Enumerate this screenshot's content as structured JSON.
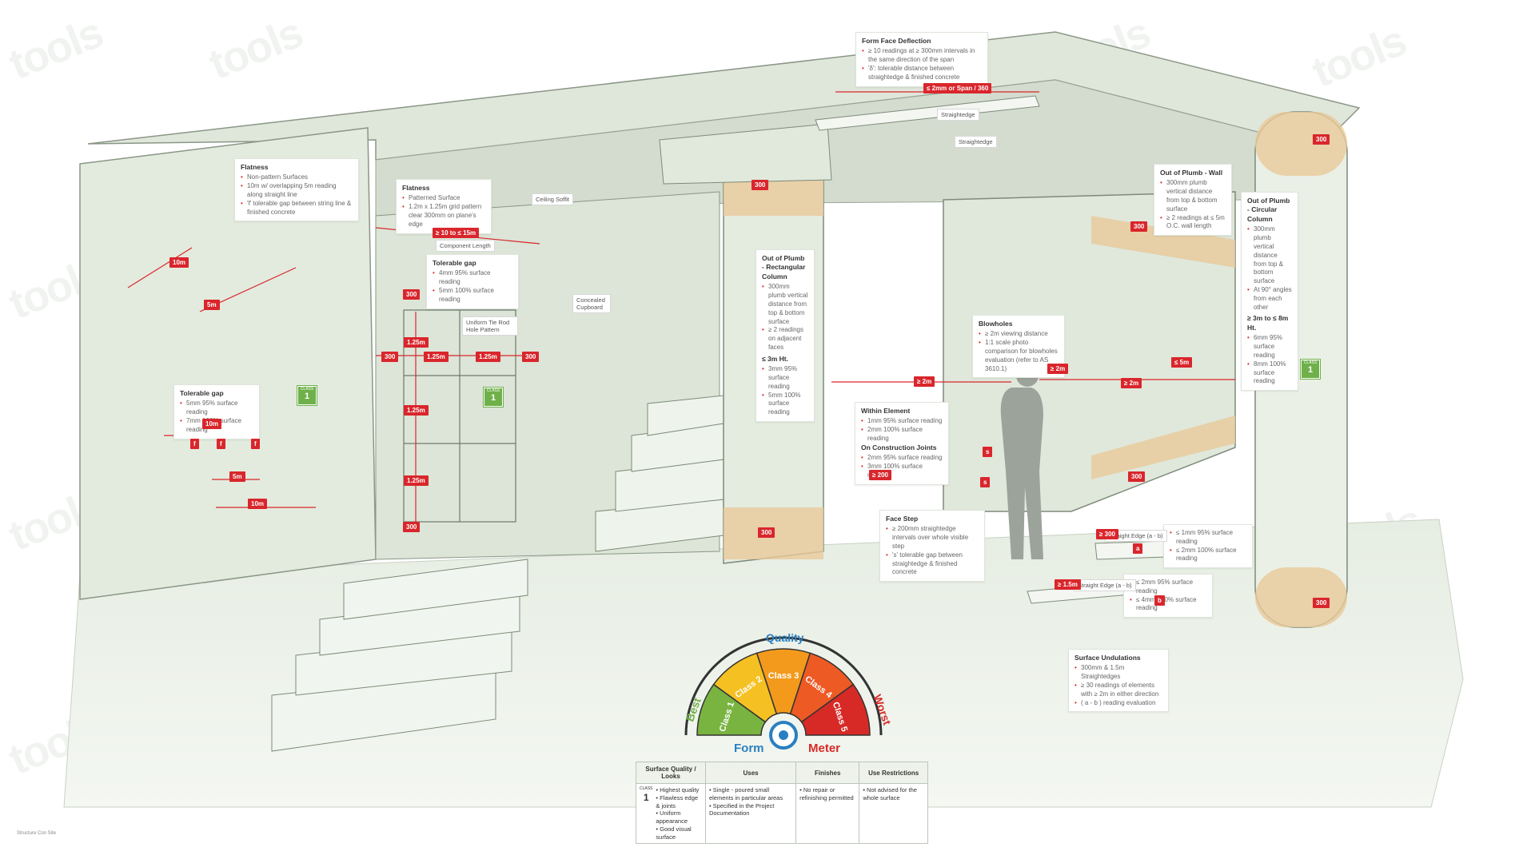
{
  "watermark": "tools",
  "footer": "Structure Con Site",
  "class_badge": {
    "label": "CLASS",
    "value": "1"
  },
  "notes": {
    "deflection": {
      "title": "Form Face Deflection",
      "lines": [
        "≥ 10 readings at ≥ 300mm intervals in the same direction of the span",
        "'δ': tolerable distance between straightedge & finished concrete"
      ]
    },
    "flat_left": {
      "title": "Flatness",
      "lines": [
        "Non-pattern Surfaces",
        "10m w/ overlapping 5m reading along straight line",
        "'f' tolerable gap between string line & finished concrete"
      ]
    },
    "flat_mid": {
      "title": "Flatness",
      "lines": [
        "Patterned Surface",
        "1.2m x 1.25m grid pattern clear 300mm on plane's edge"
      ]
    },
    "gap_mid": {
      "title": "Tolerable gap",
      "lines": [
        "4mm 95% surface reading",
        "5mm 100% surface reading"
      ]
    },
    "gap_left": {
      "title": "Tolerable gap",
      "lines": [
        "5mm 95% surface reading",
        "7mm 100% surface reading"
      ]
    },
    "plumb_rect": {
      "title": "Out of Plumb - Rectangular Column",
      "lines": [
        "300mm plumb vertical distance from top & bottom surface",
        "≥ 2 readings on adjacent faces"
      ],
      "sub": "≤ 3m Ht.",
      "lines2": [
        "3mm 95% surface reading",
        "5mm 100% surface reading"
      ]
    },
    "plumb_wall": {
      "title": "Out of Plumb - Wall",
      "lines": [
        "300mm plumb vertical distance from top & bottom surface",
        "≥ 2 readings at ≤ 5m O.C. wall length"
      ]
    },
    "plumb_circ": {
      "title": "Out of Plumb - Circular Column",
      "lines": [
        "300mm plumb vertical distance from top & bottom surface",
        "At 90° angles from each other"
      ],
      "sub": "≥ 3m to ≤ 8m Ht.",
      "lines2": [
        "6mm 95% surface reading",
        "8mm 100% surface reading"
      ]
    },
    "blowholes": {
      "title": "Blowholes",
      "lines": [
        "≥ 2m viewing distance",
        "1:1 scale photo comparison for blowholes evaluation (refer to AS 3610.1)"
      ]
    },
    "within": {
      "title": "Within Element",
      "lines": [
        "1mm 95% surface reading",
        "2mm 100% surface reading"
      ],
      "sub": "On Construction Joints",
      "lines2": [
        "2mm 95% surface reading",
        "3mm 100% surface reading"
      ]
    },
    "facestep": {
      "title": "Face Step",
      "lines": [
        "≥ 200mm straightedge intervals over whole visible step",
        "'s' tolerable gap between straightedge & finished concrete"
      ]
    },
    "sedge1": {
      "lines": [
        "≤ 1mm 95% surface reading",
        "≤ 2mm 100% surface reading"
      ]
    },
    "sedge2": {
      "lines": [
        "≤ 2mm 95% surface reading",
        "≤ 4mm 100% surface reading"
      ]
    },
    "undul": {
      "title": "Surface Undulations",
      "lines": [
        "300mm & 1.5m Straightedges",
        "≥ 30 readings of elements with ≥ 2m in either direction",
        "( a - b ) reading evaluation"
      ]
    }
  },
  "labels": {
    "ceiling_soffit": "Ceiling Soffit",
    "component_length": "Component Length",
    "concealed": "Concealed Cupboard",
    "tie_rod": "Uniform Tie Rod Hole Pattern",
    "straightedge": "Straightedge",
    "straight_ab_1": "Straight Edge (a - b)",
    "straight_ab_2": "Straight Edge (a - b)"
  },
  "tags": {
    "range": "≥ 10 to ≤ 15m",
    "s300": "300",
    "m125": "1.25m",
    "m2": "≥ 2m",
    "m5": "≤ 5m",
    "d200": "≥ 200",
    "d300": "≥ 300",
    "m15": "≥ 1.5m",
    "defl": "≤ 2mm or Span / 360",
    "m10": "10m",
    "m5b": "5m",
    "m5c": "5m",
    "m10b": "10m",
    "f": "f",
    "s": "s",
    "a": "a",
    "b": "b"
  },
  "meter": {
    "quality": "Quality",
    "best": "Best",
    "worst": "Worst",
    "form": "Form",
    "meter": "Meter",
    "classes": [
      "Class 1",
      "Class 2",
      "Class 3",
      "Class 4",
      "Class 5"
    ],
    "colors": [
      "#79b441",
      "#f5c021",
      "#f39a1c",
      "#ee5a24",
      "#d72a27"
    ]
  },
  "table": {
    "headers": [
      "Surface Quality / Looks",
      "Uses",
      "Finishes",
      "Use Restrictions"
    ],
    "class_label": "CLASS",
    "class_value": "1",
    "looks": [
      "• Highest quality",
      "• Flawless edge & joints",
      "• Uniform appearance",
      "• Good visual surface"
    ],
    "uses": [
      "• Single - poured small elements in particular areas",
      "• Specified in the Project Documentation"
    ],
    "finishes": [
      "• No repair or refinishing permitted"
    ],
    "restrictions": [
      "• Not advised for the whole surface"
    ]
  }
}
